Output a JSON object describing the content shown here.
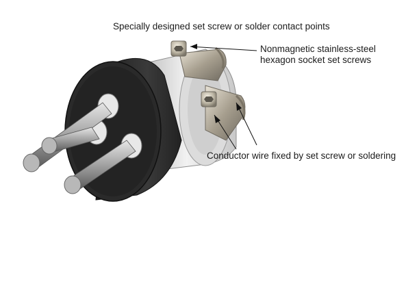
{
  "figure": {
    "top_caption": "Specially designed set screw or solder contact points",
    "screw_callout": {
      "line1": "Nonmagnetic stainless-steel",
      "line2": "hexagon socket set screws"
    },
    "wire_callout": "Conductor wire fixed by set screw or soldering",
    "colors": {
      "background": "#ffffff",
      "insulator_body": "#262626",
      "metal_shell": "#d6d6d6",
      "pin_steel": "#9a9a9a",
      "contact_brass": "#b9b2a4",
      "leader_line": "#111111",
      "text": "#1a1a1a"
    }
  }
}
